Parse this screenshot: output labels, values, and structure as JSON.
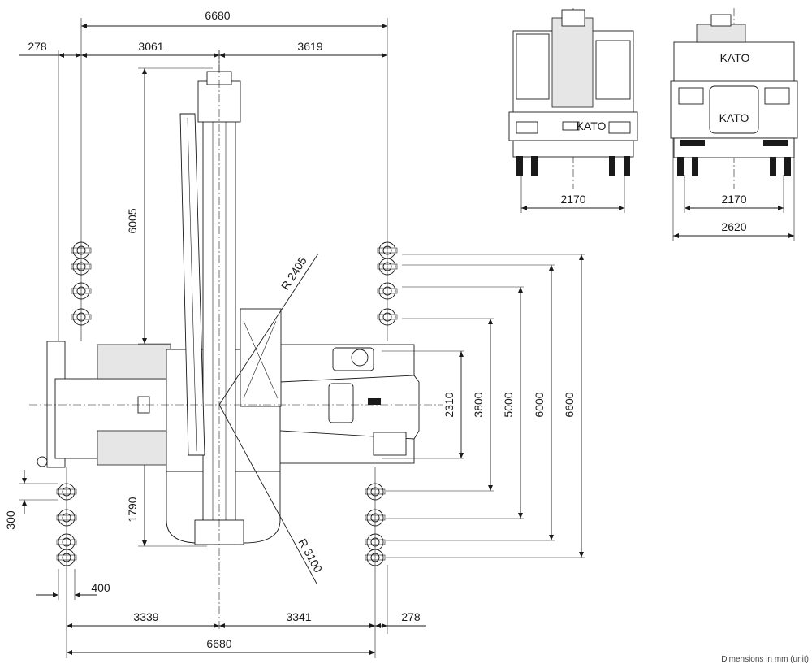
{
  "top_view": {
    "dims": {
      "overall_top": "6680",
      "left_offset_top": "278",
      "left_to_boom": "3061",
      "boom_to_right": "3619",
      "boom_front": "6005",
      "rear_length": "1790",
      "radius_front": "R 2405",
      "radius_rear": "R 3100",
      "pad_step": "300",
      "pad_width": "400",
      "left_bottom": "3339",
      "right_bottom": "3341",
      "right_offset_bottom": "278",
      "overall_bottom": "6680",
      "spread_2310": "2310",
      "spread_3800": "3800",
      "spread_5000": "5000",
      "spread_6000": "6000",
      "spread_6600": "6600"
    }
  },
  "rear_view": {
    "track": "2170"
  },
  "front_view": {
    "track": "2170",
    "width": "2620",
    "brand": "KATO"
  },
  "rear_brand": "KATO",
  "footnote": "Dimensions in mm (unit)"
}
